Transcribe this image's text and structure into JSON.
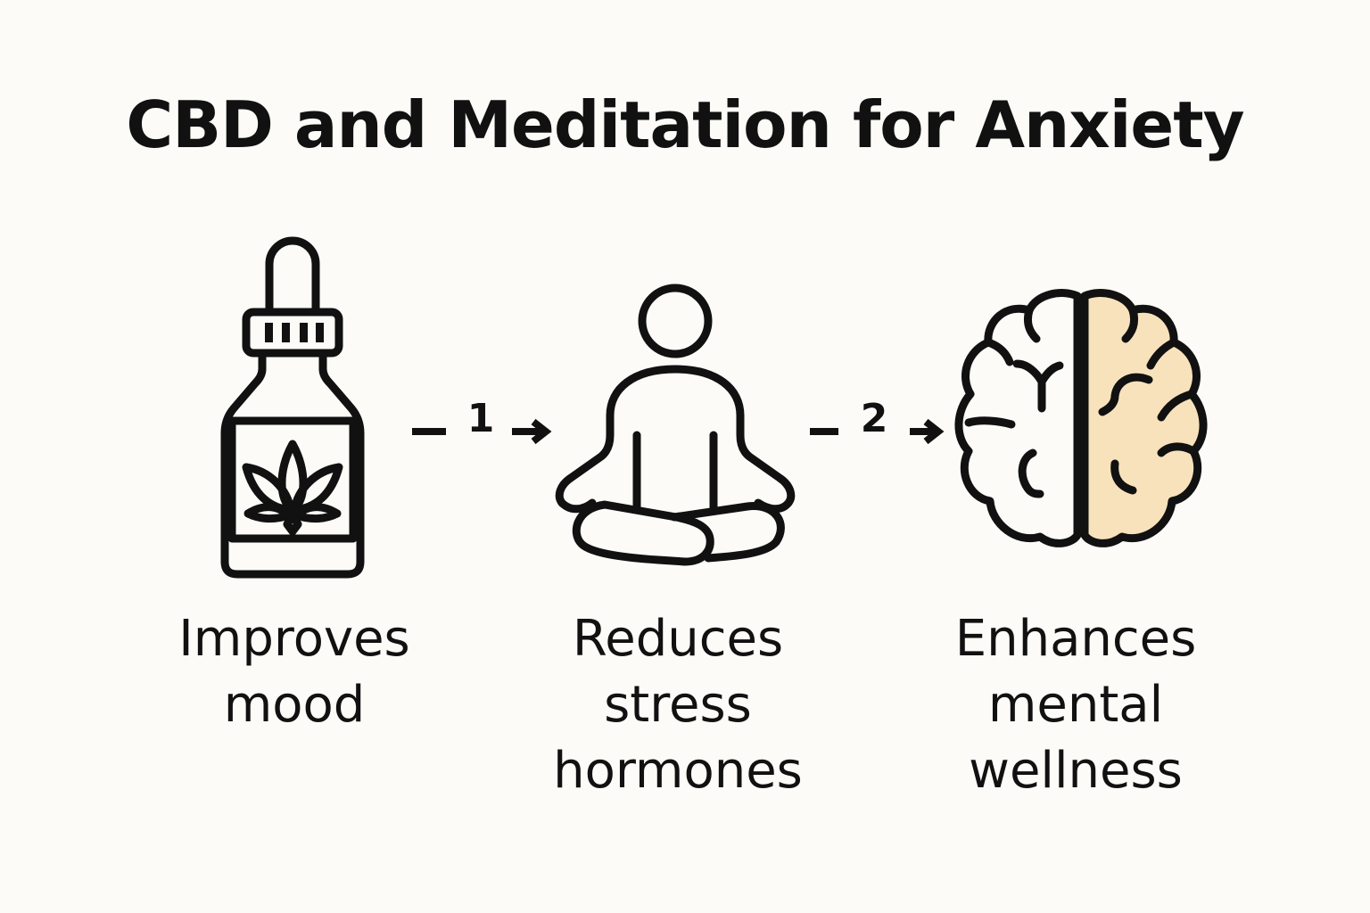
{
  "title": "CBD and Meditation for Anxiety",
  "colors": {
    "background": "#fcfbf7",
    "stroke": "#111111",
    "accent_fill": "#f8e2bc"
  },
  "steps": [
    {
      "icon": "cbd-dropper-bottle-icon",
      "label_lines": [
        "Improves",
        "mood"
      ]
    },
    {
      "icon": "meditation-person-icon",
      "label_lines": [
        "Reduces",
        "stress",
        "hormones"
      ]
    },
    {
      "icon": "brain-icon",
      "label_lines": [
        "Enhances",
        "mental",
        "wellness"
      ]
    }
  ],
  "connectors": [
    {
      "number": "1"
    },
    {
      "number": "2"
    }
  ]
}
